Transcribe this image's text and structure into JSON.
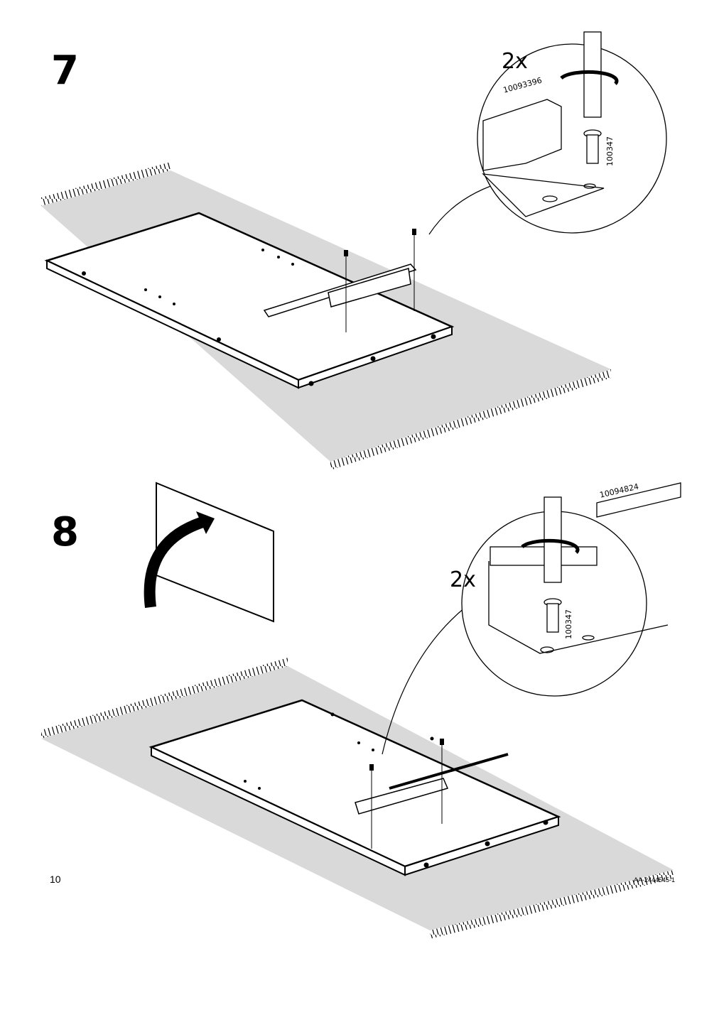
{
  "steps": [
    {
      "number": "7",
      "quantity": "2x",
      "part_numbers": [
        "10093396",
        "100347"
      ]
    },
    {
      "number": "8",
      "quantity": "2x",
      "part_numbers": [
        "10094824",
        "100347"
      ]
    }
  ],
  "footer": {
    "page": "10",
    "doc_code": "AA-2444545-1"
  },
  "icons": [
    "rotate-arrow-icon",
    "screwdriver-icon",
    "screw-icon"
  ]
}
